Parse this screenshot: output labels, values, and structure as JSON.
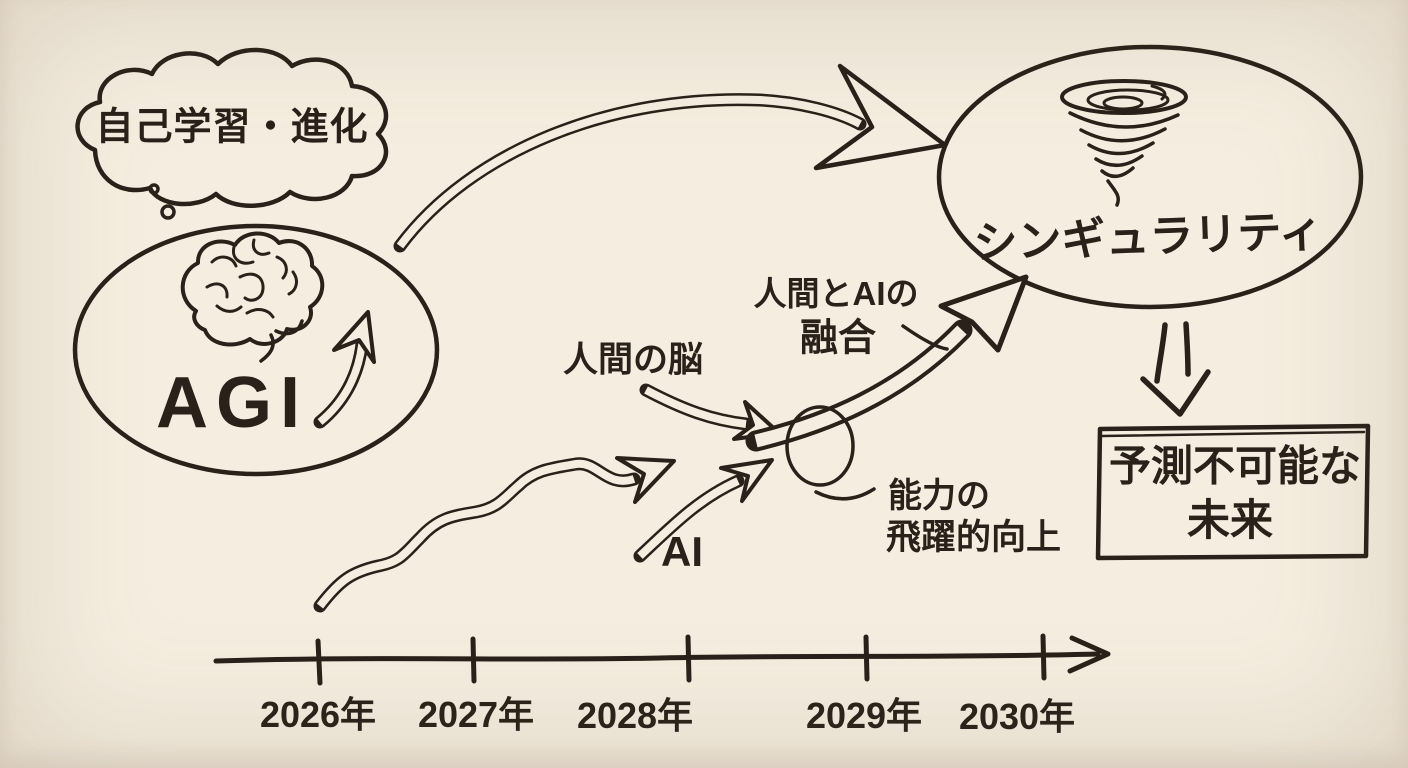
{
  "colors": {
    "paper": "#f5eee0",
    "ink": "#29211a"
  },
  "thought_bubble": {
    "text": "自己学習・進化"
  },
  "agi_node": {
    "label": "AGI",
    "icon": "brain-icon"
  },
  "singularity_node": {
    "label": "シンギュラリティ",
    "icon": "tornado-icon"
  },
  "annotations": {
    "human_brain": "人間の脳",
    "fusion_line1": "人間とAIの",
    "fusion_line2": "融合",
    "ai": "AI",
    "capability_line1": "能力の",
    "capability_line2": "飛躍的向上"
  },
  "future_box": {
    "line1": "予測不可能な",
    "line2": "未来"
  },
  "timeline": {
    "years": [
      "2026年",
      "2027年",
      "2028年",
      "2029年",
      "2030年"
    ]
  }
}
